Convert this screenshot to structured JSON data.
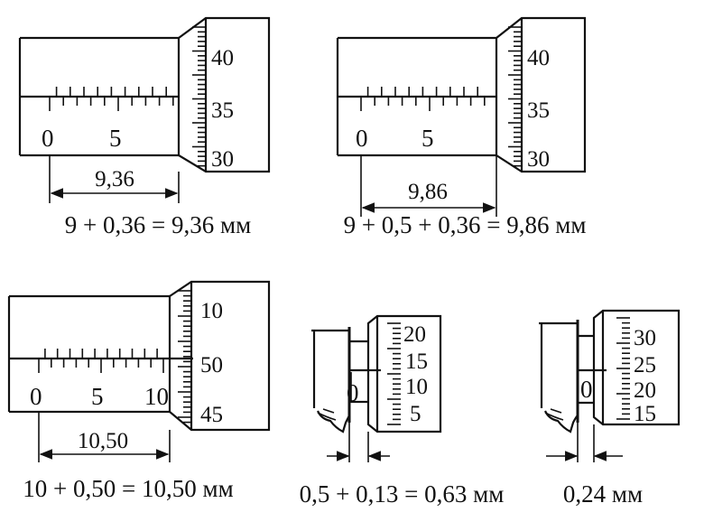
{
  "panels": {
    "p1": {
      "sleeve_labels": [
        "0",
        "5"
      ],
      "thimble_labels": [
        "40",
        "35",
        "30"
      ],
      "dimension": "9,36",
      "formula": "9 + 0,36 = 9,36 мм"
    },
    "p2": {
      "sleeve_labels": [
        "0",
        "5"
      ],
      "thimble_labels": [
        "40",
        "35",
        "30"
      ],
      "dimension": "9,86",
      "formula": "9 + 0,5 + 0,36 = 9,86 мм"
    },
    "p3": {
      "sleeve_labels": [
        "0",
        "5",
        "10"
      ],
      "thimble_labels": [
        "10",
        "50",
        "45"
      ],
      "dimension": "10,50",
      "formula": "10 + 0,50 = 10,50 мм"
    },
    "p4": {
      "sleeve_label": "0",
      "thimble_labels": [
        "20",
        "15",
        "10",
        "5"
      ],
      "formula": "0,5 + 0,13 = 0,63 мм"
    },
    "p5": {
      "sleeve_label": "0",
      "thimble_labels": [
        "30",
        "25",
        "20",
        "15"
      ],
      "formula": "0,24 мм"
    }
  }
}
